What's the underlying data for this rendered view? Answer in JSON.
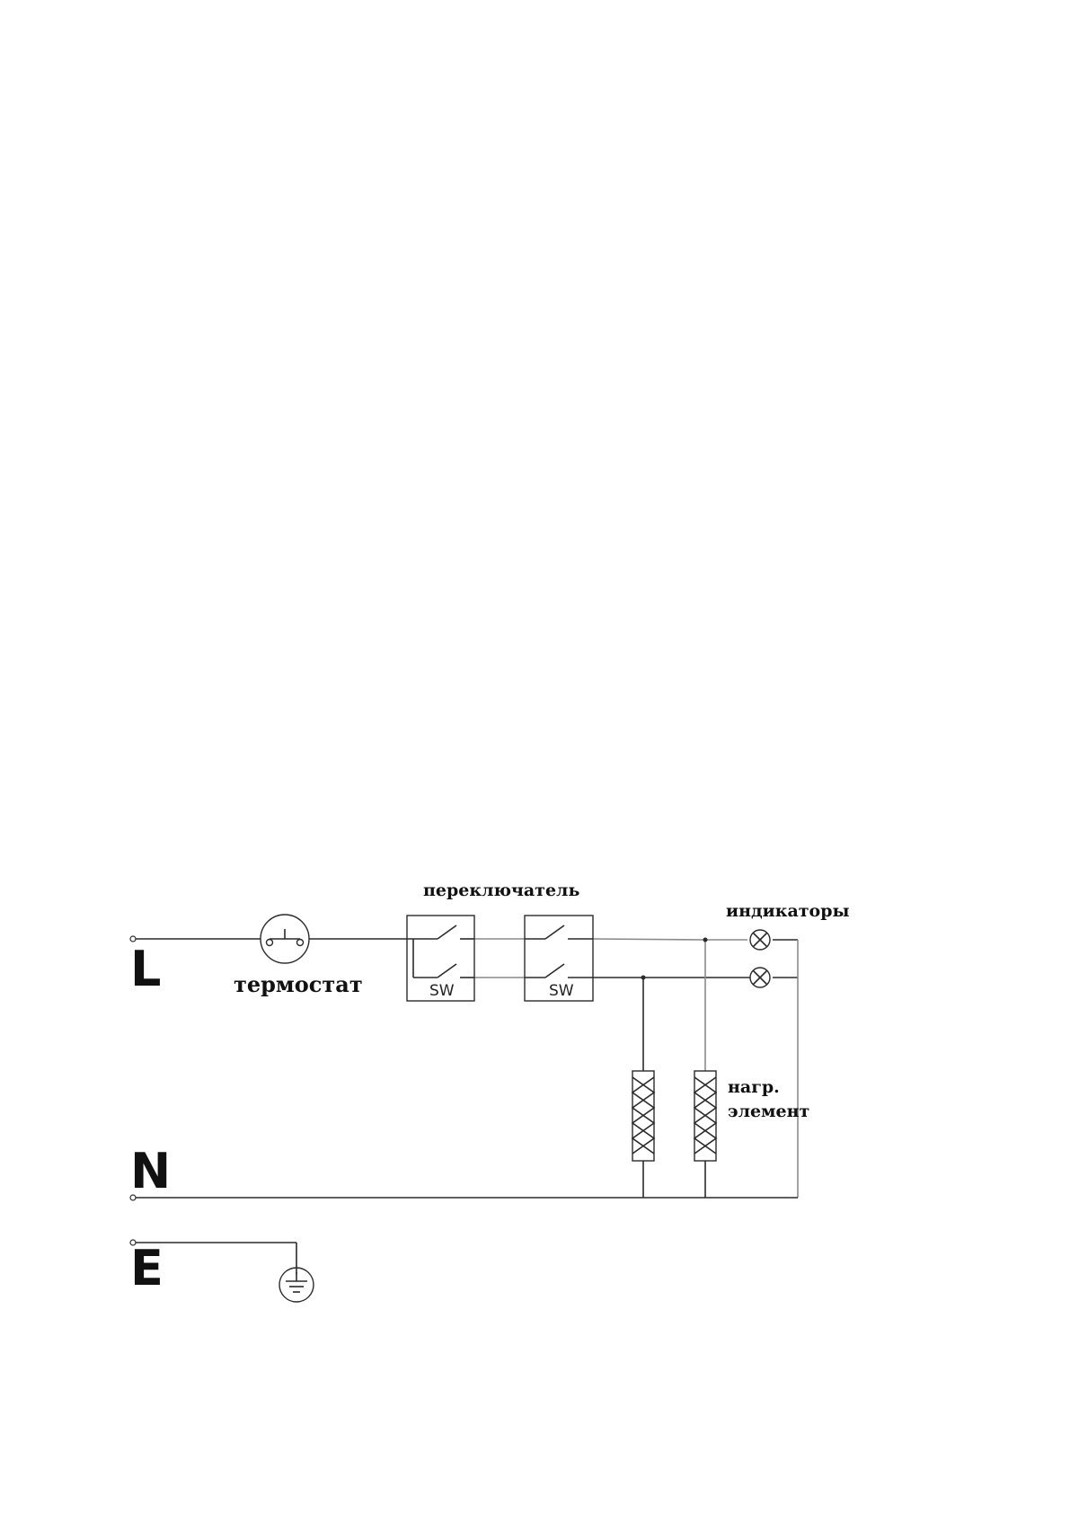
{
  "lines": {
    "L": "L",
    "N": "N",
    "E": "E"
  },
  "labels": {
    "thermostat": "термостат",
    "switch": "переключатель",
    "indicators": "индикаторы",
    "heating_element_line1": "нагр.",
    "heating_element_line2": "элемент"
  },
  "switches": [
    {
      "text": "SW"
    },
    {
      "text": "SW"
    }
  ],
  "colors": {
    "wire": "#2a2a2a",
    "wire_secondary": "#8a8a8a",
    "background": "#ffffff"
  }
}
